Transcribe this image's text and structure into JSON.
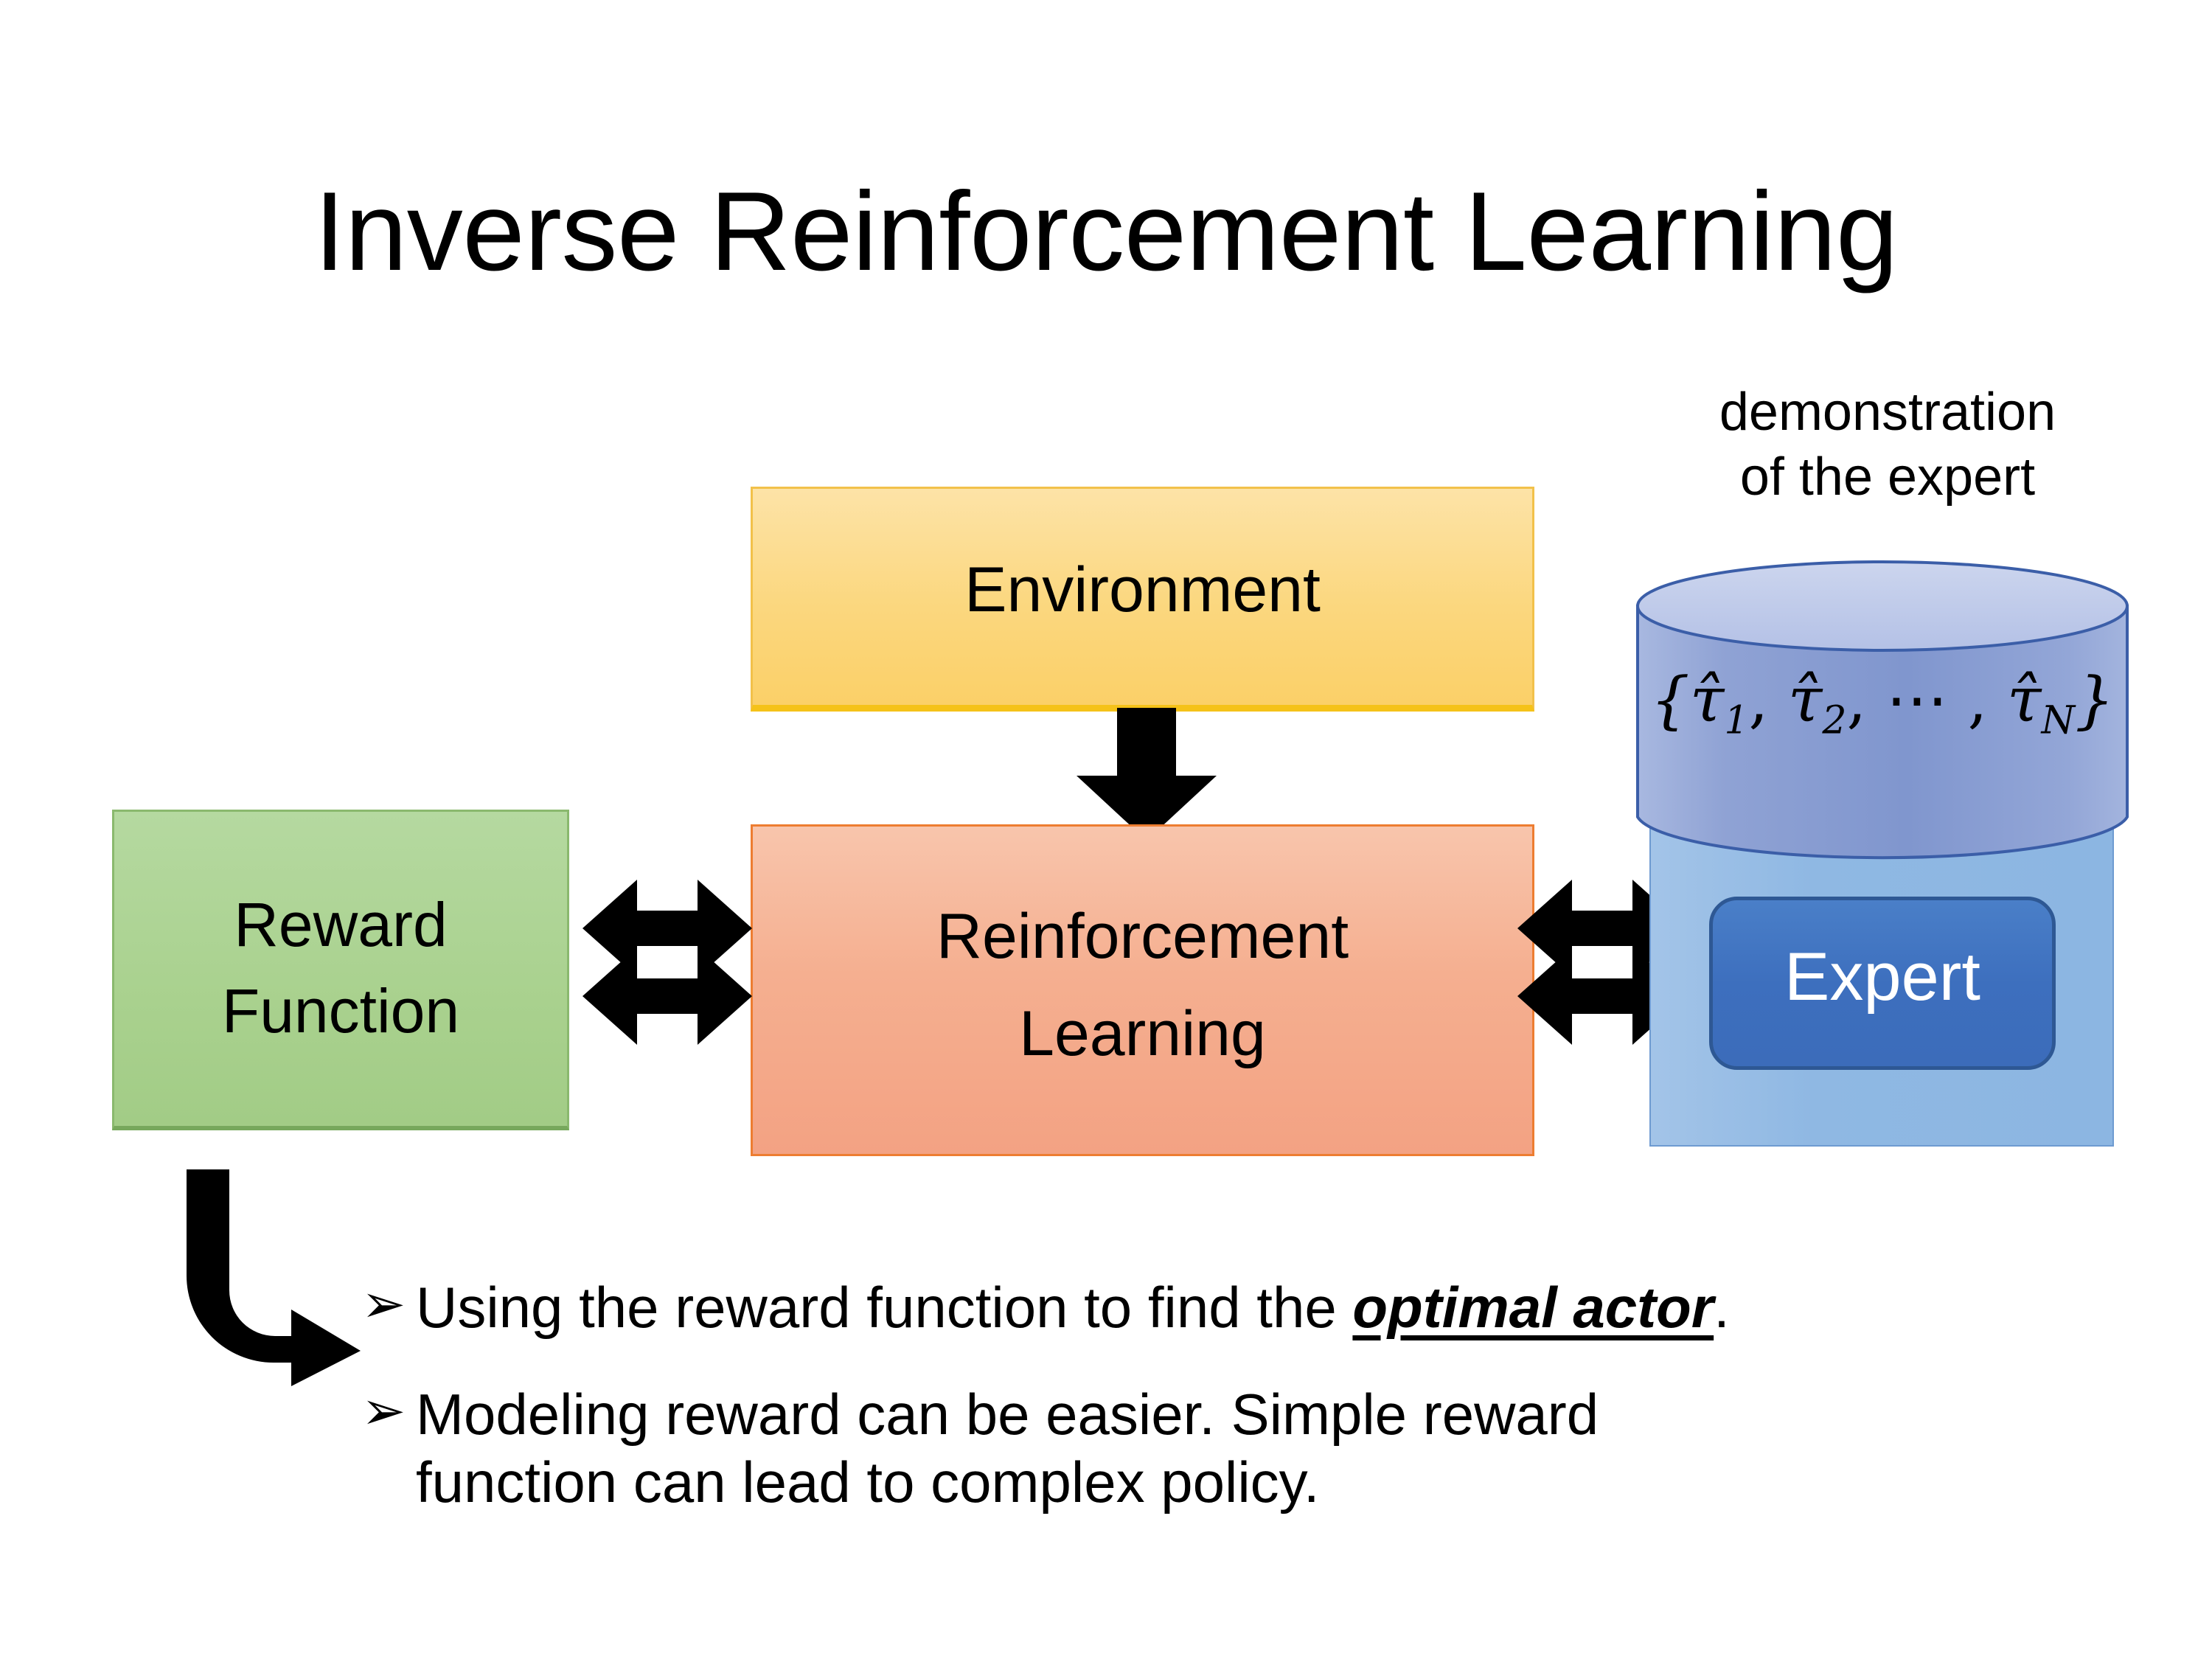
{
  "slide": {
    "title": "Inverse Reinforcement Learning",
    "background_color": "#FFFFFF"
  },
  "diagram": {
    "environment": {
      "label": "Environment",
      "fill_color": "#FBD568",
      "border_color": "#F2C14A"
    },
    "reinforcement_learning": {
      "label_line1": "Reinforcement",
      "label_line2": "Learning",
      "fill_color": "#F5AF90",
      "border_color": "#ED7D31"
    },
    "reward_function": {
      "label_line1": "Reward",
      "label_line2": "Function",
      "fill_color": "#A9D18E",
      "border_color": "#8AB96E"
    },
    "expert_group": {
      "caption_line1": "demonstration",
      "caption_line2": "of the expert",
      "panel_fill_color": "#8FB8E3",
      "cylinder_fill_color": "#8FA8DC",
      "cylinder_top_color": "#C5D0EC",
      "cylinder_border_color": "#3B5EA8",
      "formula_prefix": "{",
      "formula_tau1": "τ̂",
      "formula_sub1": "1",
      "formula_sep1": ", ",
      "formula_tau2": "τ̂",
      "formula_sub2": "2",
      "formula_sep2": ", ⋯ , ",
      "formula_tau3": "τ̂",
      "formula_sub3": "N",
      "formula_suffix": "}",
      "expert_label": "Expert",
      "expert_fill_color": "#3D6FBE",
      "expert_border_color": "#2E5894",
      "expert_text_color": "#FFFFFF"
    },
    "connectors": {
      "env_to_rl": "down-arrow",
      "reward_rl": "double-headed-horizontal-arrow",
      "rl_expert": "double-headed-horizontal-arrow",
      "reward_to_bullets": "bent-elbow-arrow",
      "arrow_color": "#000000"
    }
  },
  "bullets": {
    "marker": "➢",
    "items": [
      {
        "pre": "Using the reward function to find the ",
        "emphasis": "optimal actor",
        "post": ".",
        "second_line": ""
      },
      {
        "pre": "Modeling reward can be easier. Simple reward",
        "emphasis": "",
        "post": "",
        "second_line": "function can lead to complex policy."
      }
    ]
  }
}
